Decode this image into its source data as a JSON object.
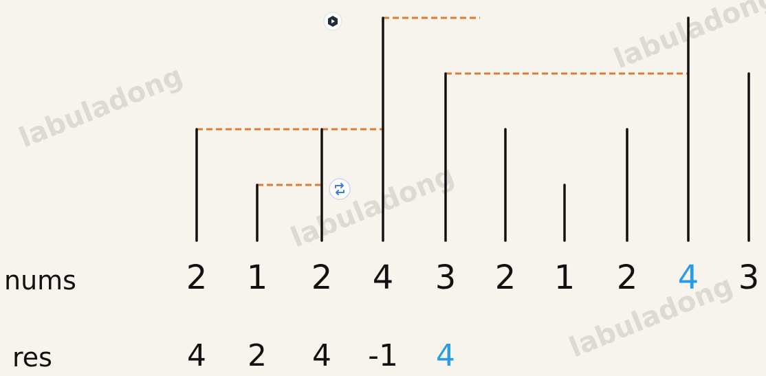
{
  "labels": {
    "nums": "nums",
    "res": "res"
  },
  "colors": {
    "bar": "#111111",
    "dash": "#e07a2e",
    "highlight": "#2a9be6",
    "text": "#111111",
    "watermark": "#d9d4cc"
  },
  "nums": [
    {
      "text": "2",
      "value": 2
    },
    {
      "text": "1",
      "value": 1
    },
    {
      "text": "2",
      "value": 2
    },
    {
      "text": "4",
      "value": 4
    },
    {
      "text": "3",
      "value": 3
    },
    {
      "text": "2",
      "value": 2
    },
    {
      "text": "1",
      "value": 1
    },
    {
      "text": "2",
      "value": 2
    },
    {
      "text": "4",
      "value": 4,
      "highlight": true
    },
    {
      "text": "3",
      "value": 3
    }
  ],
  "res": [
    {
      "text": "4"
    },
    {
      "text": "2"
    },
    {
      "text": "4"
    },
    {
      "text": "-1"
    },
    {
      "text": "4",
      "highlight": true
    }
  ],
  "links": [
    {
      "from": 0,
      "to": 3
    },
    {
      "from": 1,
      "to": 2
    },
    {
      "from": 2,
      "to": 3
    },
    {
      "from": 3,
      "to": null
    },
    {
      "from": 4,
      "to": 8
    }
  ],
  "watermark": "labuladong",
  "icons": [
    "logo-icon",
    "repeat-icon"
  ]
}
